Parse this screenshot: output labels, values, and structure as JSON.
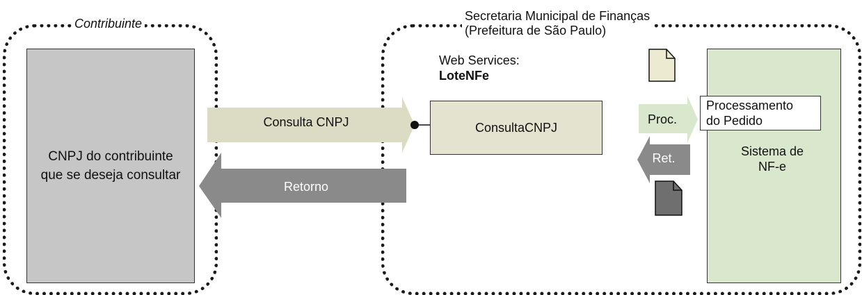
{
  "regions": {
    "contribuinte_title": "Contribuinte",
    "secretaria_title_line1": "Secretaria Municipal de Finanças",
    "secretaria_title_line2": "(Prefeitura de São Paulo)"
  },
  "contribuinte_box": {
    "line1": "CNPJ do contribuinte",
    "line2": "que se deseja consultar"
  },
  "web_services": {
    "label": "Web Services:",
    "name": "LoteNFe"
  },
  "service_box": {
    "label": "ConsultaCNPJ"
  },
  "arrows": {
    "request": "Consulta CNPJ",
    "response": "Retorno",
    "proc": "Proc.",
    "ret": "Ret."
  },
  "processing_box": {
    "line1": "Processamento",
    "line2": "do Pedido"
  },
  "nfe_system": {
    "line1": "Sistema de",
    "line2": "NF-e"
  },
  "colors": {
    "request_arrow": "#dcdcc4",
    "response_arrow": "#8a8a8a",
    "proc_arrow": "#d9e8cc",
    "ret_arrow": "#8a8a8a",
    "document_light": "#ecebd2",
    "document_dark": "#6f6f6f"
  },
  "icons": {
    "request_document": "document-light-icon",
    "response_document": "document-dark-icon",
    "connector": "interface-connector-icon"
  }
}
